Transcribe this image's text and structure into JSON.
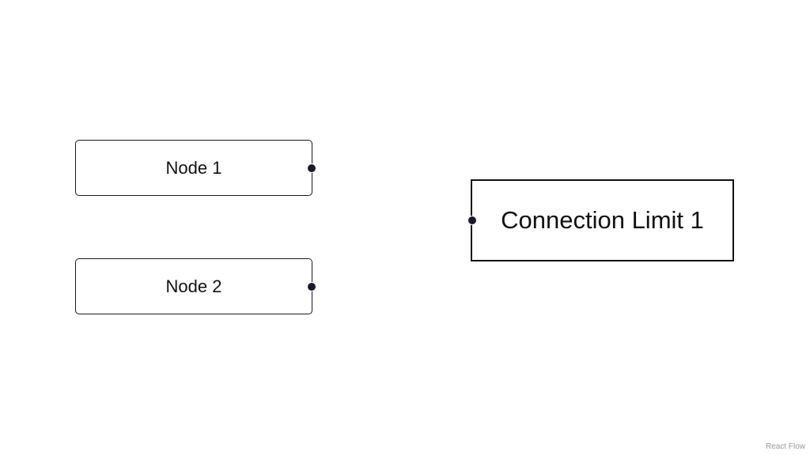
{
  "nodes": {
    "node1": {
      "label": "Node 1"
    },
    "node2": {
      "label": "Node 2"
    },
    "connection_limit": {
      "label": "Connection Limit 1"
    }
  },
  "attribution": {
    "label": "React Flow"
  },
  "colors": {
    "handle": "#1a192b",
    "node_border": "#1a192b",
    "attribution_text": "#999999"
  }
}
